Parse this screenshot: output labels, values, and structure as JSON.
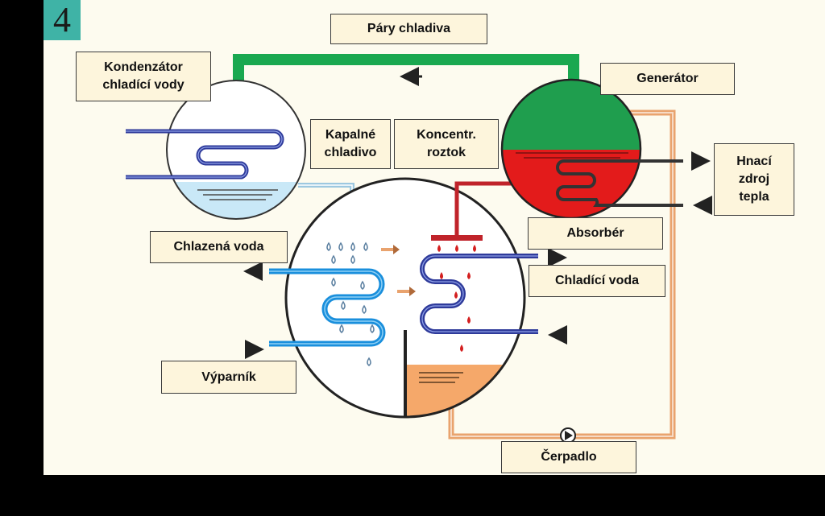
{
  "badge": "4",
  "labels": {
    "vapor": "Páry chladiva",
    "condenser": "Kondenzátor\nchladící vody",
    "generator": "Generátor",
    "liquid_refrigerant": "Kapalné\nchladivo",
    "concentrated_solution": "Koncentr.\nroztok",
    "heat_source": "Hnací\nzdroj\ntepla",
    "chilled_water": "Chlazená voda",
    "absorber": "Absorbér",
    "cooling_water": "Chladící voda",
    "evaporator": "Výparník",
    "pump": "Čerpadlo"
  },
  "colors": {
    "vapor_pipe": "#1aa850",
    "generator_top": "#1f9e4e",
    "generator_bottom": "#e31b1b",
    "coil_dark": "#2e3a9a",
    "coil_light": "#1a8fdc",
    "solution_pipe": "#e9a36e",
    "liquid_refrigerant": "#c9e8f7",
    "concentrated_pipe": "#c0232a",
    "absorber_liquid": "#f5a86a"
  }
}
